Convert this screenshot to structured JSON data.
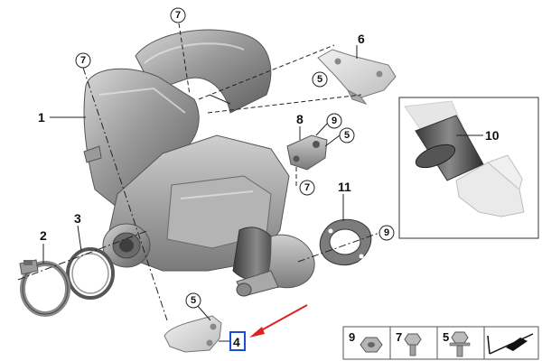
{
  "callouts": {
    "c1": "1",
    "c2": "2",
    "c3": "3",
    "c4": "4",
    "c6": "6",
    "c8": "8",
    "c10": "10",
    "c11": "11"
  },
  "circled": {
    "r7a": "7",
    "r7b": "7",
    "r7c": "7",
    "r5a": "5",
    "r5b": "5",
    "r5c": "5",
    "r9a": "9",
    "r9b": "9"
  },
  "legend": {
    "bolt9": "9",
    "bolt7": "7",
    "bolt5": "5"
  },
  "colors": {
    "highlight_box": "#1a4fcf",
    "arrow": "#e02020",
    "metal_dark": "#6e6e6e",
    "metal_light": "#c9c9c9"
  }
}
